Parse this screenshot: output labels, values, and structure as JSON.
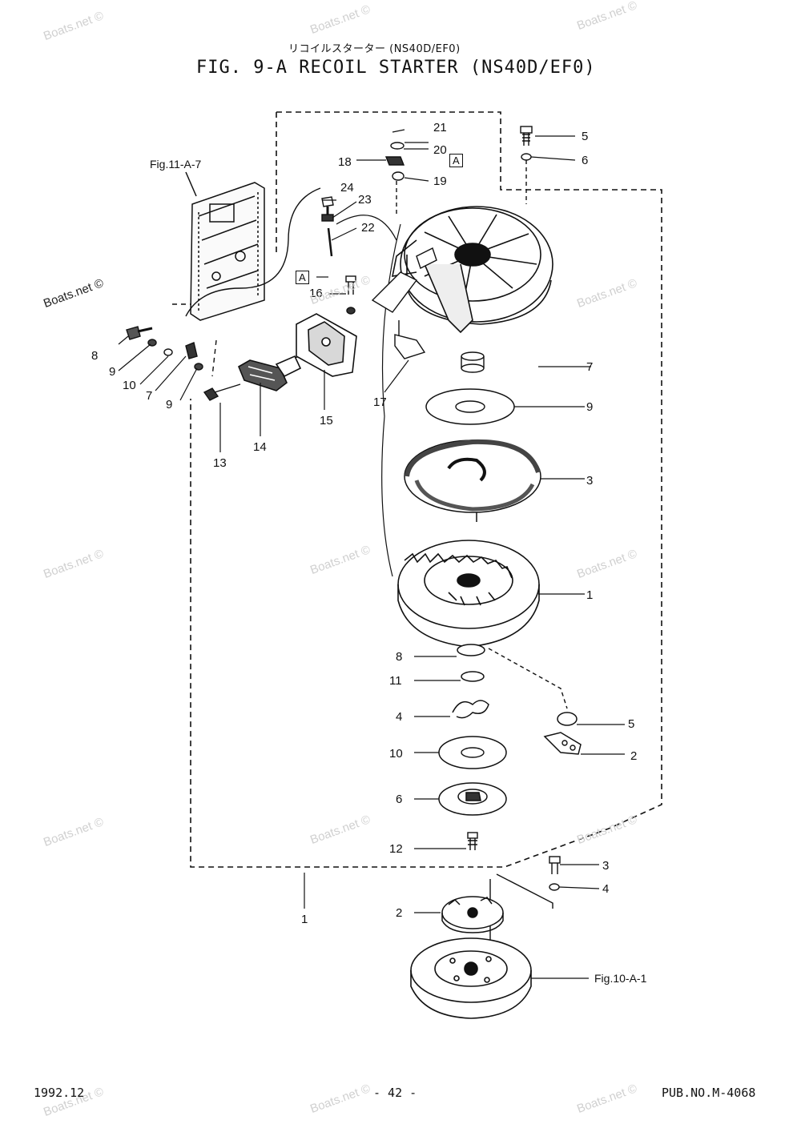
{
  "header": {
    "jp_title": "リコイルスターター (NS40D/EF0)",
    "fig_title": "FIG. 9-A RECOIL STARTER (NS40D/EF0)"
  },
  "refs": {
    "fig11": "Fig.11-A-7",
    "fig10": "Fig.10-A-1",
    "marker_a": "A"
  },
  "callouts": {
    "c21": "21",
    "c20": "20",
    "c18": "18",
    "c19": "19",
    "c5top": "5",
    "c6top": "6",
    "c24": "24",
    "c23": "23",
    "c22": "22",
    "c16": "16",
    "c8left": "8",
    "c9left1": "9",
    "c10left": "10",
    "c7left": "7",
    "c9left2": "9",
    "c13": "13",
    "c14": "14",
    "c15": "15",
    "c17": "17",
    "c7": "7",
    "c9": "9",
    "c3": "3",
    "c1": "1",
    "c8": "8",
    "c11": "11",
    "c4": "4",
    "c5": "5",
    "c2": "2",
    "c10": "10",
    "c6": "6",
    "c12": "12",
    "c3b": "3",
    "c4b": "4",
    "c2b": "2",
    "c1b": "1"
  },
  "watermark": "Boats.net ©",
  "footer": {
    "date": "1992.12",
    "page": "- 42 -",
    "pub": "PUB.NO.M-4068"
  }
}
